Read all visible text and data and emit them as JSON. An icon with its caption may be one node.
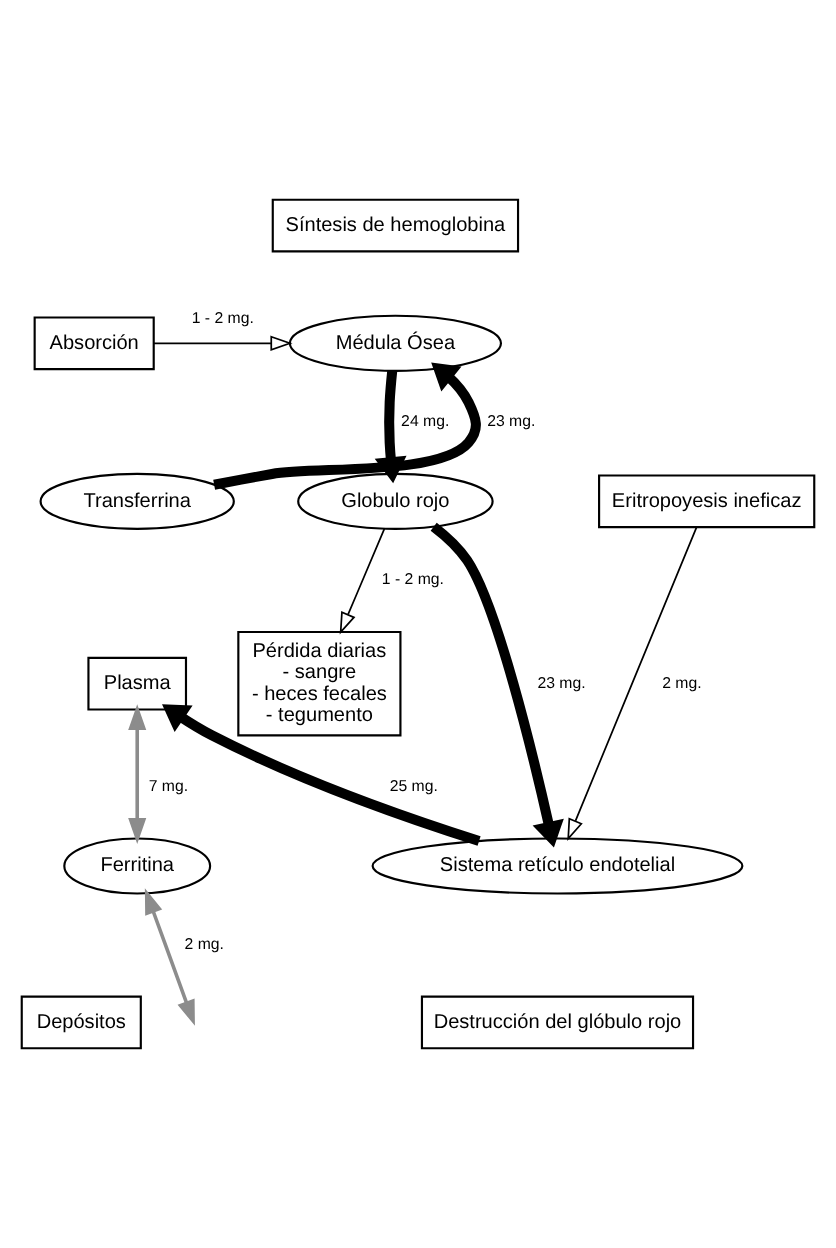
{
  "diagram": {
    "nodes": [
      {
        "text": [
          "Síntesis de hemoglobina"
        ]
      },
      {
        "text": [
          "Absorción"
        ]
      },
      {
        "text": [
          "Médula Ósea"
        ]
      },
      {
        "text": [
          "Eritropoyesis ineficaz"
        ]
      },
      {
        "text": [
          "Globulo rojo"
        ]
      },
      {
        "text": [
          "Transferrina"
        ]
      },
      {
        "text": [
          "Plasma"
        ]
      },
      {
        "text": [
          "Pérdida diarias",
          "- sangre",
          "- heces fecales",
          "- tegumento"
        ]
      },
      {
        "text": [
          "Ferritina"
        ]
      },
      {
        "text": [
          "Depósitos"
        ]
      },
      {
        "text": [
          "Sistema retículo endotelial"
        ]
      },
      {
        "text": [
          "Destrucción del glóbulo rojo"
        ]
      }
    ],
    "edges": [
      {
        "from": 1,
        "to": 2,
        "arrow": "to",
        "label": "1 - 2 mg."
      },
      {
        "from": 5,
        "to": 2,
        "arrow": "to",
        "label": "23 mg.",
        "style": "thick"
      },
      {
        "from": 2,
        "to": 4,
        "arrow": "to",
        "label": "24 mg.",
        "style": "thick"
      },
      {
        "from": 3,
        "to": 10,
        "arrow": "to",
        "label": "2 mg."
      },
      {
        "from": 4,
        "to": 10,
        "arrow": "to",
        "label": "23 mg.",
        "style": "thick"
      },
      {
        "from": 4,
        "to": 7,
        "arrow": "to",
        "label": "1 - 2 mg."
      },
      {
        "from": 10,
        "to": 6,
        "arrow": "to",
        "label": "25 mg.",
        "style": "thick"
      },
      {
        "from": 6,
        "to": 8,
        "arrow": "both",
        "label": "7 mg.",
        "color": "#8c8c8c"
      },
      {
        "from": 8,
        "to": null,
        "arrow": "both",
        "label": "2 mg.",
        "color": "#8c8c8c"
      }
    ]
  }
}
